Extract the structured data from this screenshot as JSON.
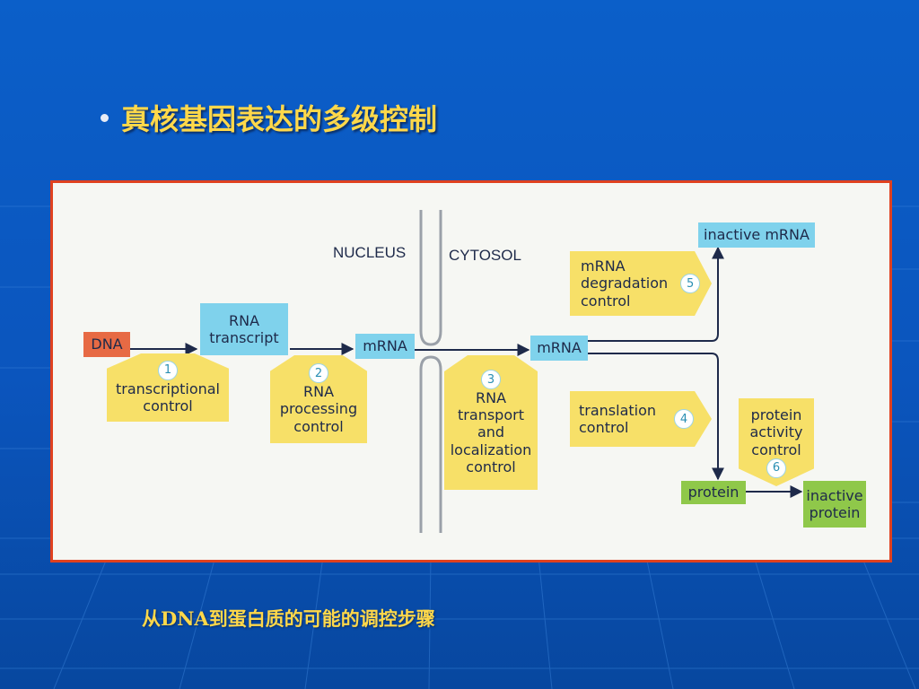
{
  "slide": {
    "title": "真核基因表达的多级控制",
    "caption": "从DNA到蛋白质的可能的调控步骤"
  },
  "diagram": {
    "region_labels": {
      "nucleus": "NUCLEUS",
      "cytosol": "CYTOSOL"
    },
    "molecules": {
      "dna": "DNA",
      "rna_transcript": [
        "RNA",
        "transcript"
      ],
      "mrna_nucleus": "mRNA",
      "mrna_cytosol": "mRNA",
      "inactive_mrna": "inactive mRNA",
      "protein": "protein",
      "inactive_protein": [
        "inactive",
        "protein"
      ]
    },
    "controls": [
      {
        "number": "1",
        "lines": [
          "transcriptional",
          "control"
        ]
      },
      {
        "number": "2",
        "lines": [
          "RNA",
          "processing",
          "control"
        ]
      },
      {
        "number": "3",
        "lines": [
          "RNA",
          "transport",
          "and",
          "localization",
          "control"
        ]
      },
      {
        "number": "4",
        "lines": [
          "translation",
          "control"
        ]
      },
      {
        "number": "5",
        "lines": [
          "mRNA",
          "degradation",
          "control"
        ]
      },
      {
        "number": "6",
        "lines": [
          "protein",
          "activity",
          "control"
        ]
      }
    ],
    "colors": {
      "molecule_box": "#7fd2ec",
      "dna_box": "#e76a44",
      "protein_box": "#8fc84a",
      "control_box": "#f7e068",
      "figure_border": "#e0411f"
    }
  }
}
